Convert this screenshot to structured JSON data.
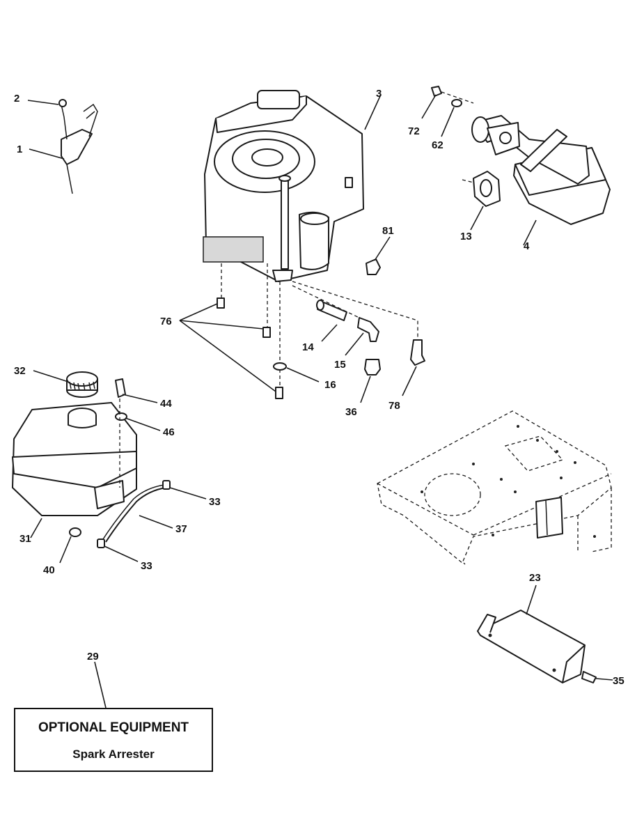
{
  "callouts": {
    "c1": "1",
    "c2": "2",
    "c3": "3",
    "c4": "4",
    "c13": "13",
    "c14": "14",
    "c15": "15",
    "c16": "16",
    "c23": "23",
    "c29": "29",
    "c31": "31",
    "c32": "32",
    "c33a": "33",
    "c33b": "33",
    "c35": "35",
    "c36": "36",
    "c37": "37",
    "c40": "40",
    "c44": "44",
    "c46": "46",
    "c62": "62",
    "c72": "72",
    "c76": "76",
    "c78": "78",
    "c81": "81"
  },
  "optional_box": {
    "title": "OPTIONAL EQUIPMENT",
    "subtitle": "Spark Arrester"
  }
}
